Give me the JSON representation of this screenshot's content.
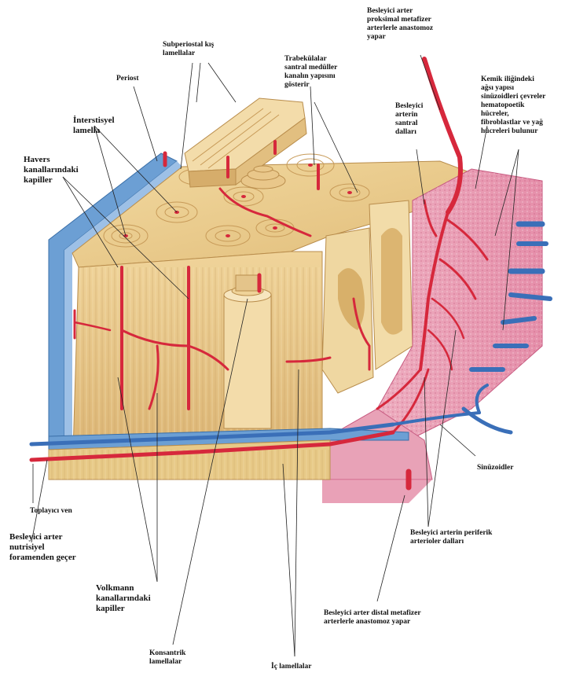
{
  "labels": {
    "besleyici_arter_top": [
      "Besleyici arter",
      "proksimal metafizer",
      "arterlerle anastomoz",
      "yapar"
    ],
    "subperiosteal": [
      "Subperiostal kış",
      "lamellalar"
    ],
    "periost": "Periost",
    "trabekuller": [
      "Trabekülalar",
      "santral medüller",
      "kanalın yapısını",
      "gösterir"
    ],
    "kemik_iligi": [
      "Kemik iliğindeki",
      "ağsı yapısı",
      "sinüzoidleri çevreler",
      "hematopoetik",
      "hücreler,",
      "fibroblastlar ve yağ",
      "hücreleri bulunur"
    ],
    "interstisyel": [
      "İnterstisyel",
      "lamella"
    ],
    "havers": [
      "Havers",
      "kanallarındaki",
      "kapiller"
    ],
    "besleyici_santral": [
      "Besleyici",
      "arterin",
      "santral",
      "dalları"
    ],
    "sinuzoidler": "Sinüzoidler",
    "toplayici_ven": "Toplayıcı ven",
    "besleyici_foramen": [
      "Besleyici arter",
      "nutrisiyel",
      "foramenden geçer"
    ],
    "besleyici_periferik": [
      "Besleyici arterin periferik",
      "arterioler dalları"
    ],
    "volkmann": [
      "Volkmann",
      "kanallarındaki",
      "kapiller"
    ],
    "distal_metafizer": [
      "Besleyici arter distal metafizer",
      "arterlerle anastomoz yapar"
    ],
    "konsantrik": [
      "Konsantrik",
      "lamellalar"
    ],
    "ic_lamellalar": "İç lamellalar"
  },
  "colors": {
    "bone": "#e8c98a",
    "bone_dark": "#c89a52",
    "bone_light": "#f4dfae",
    "periosteum": "#6c9fd4",
    "artery": "#d6283c",
    "vein": "#3a6fb8",
    "marrow": "#e7a4b8",
    "marrow_dark": "#d9789a"
  }
}
